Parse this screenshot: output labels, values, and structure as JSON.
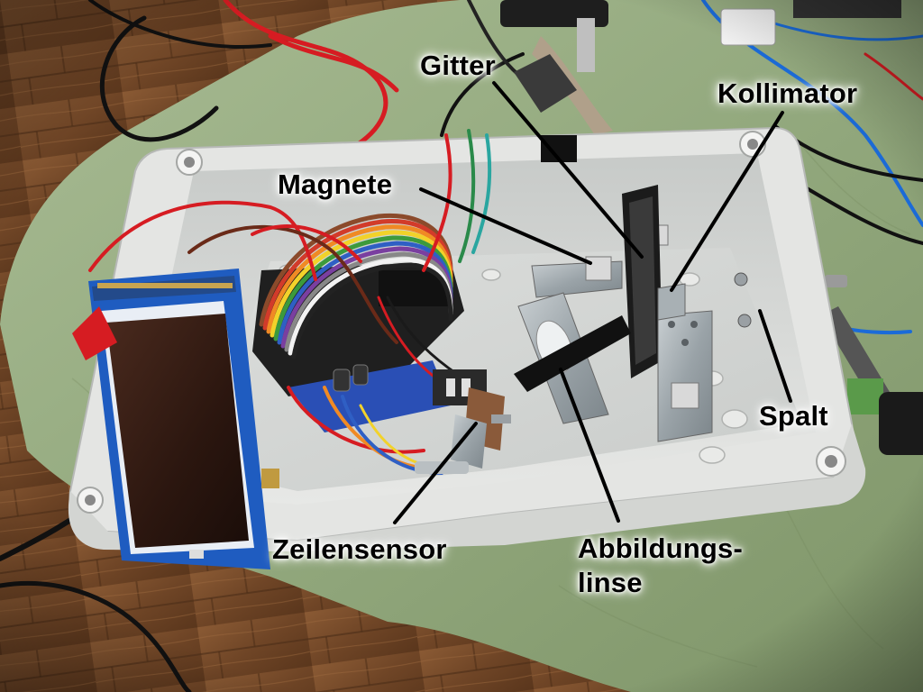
{
  "labels": {
    "gitter": "Gitter",
    "kollimator": "Kollimator",
    "magnete": "Magnete",
    "spalt": "Spalt",
    "zeilensensor": "Zeilensensor",
    "abbildungslinse_line1": "Abbildungs-",
    "abbildungslinse_line2": "linse"
  },
  "colors": {
    "floor": "#7a5233",
    "mat": "#9aaf86",
    "box": "#d6d8d6",
    "pointer": "#000000",
    "ribbon": [
      "#8b4a2b",
      "#d23b2a",
      "#f08a24",
      "#f2d22a",
      "#3c9a3c",
      "#2f5fc4",
      "#7a3fa0",
      "#888888",
      "#f2f2f2",
      "#222222"
    ]
  }
}
